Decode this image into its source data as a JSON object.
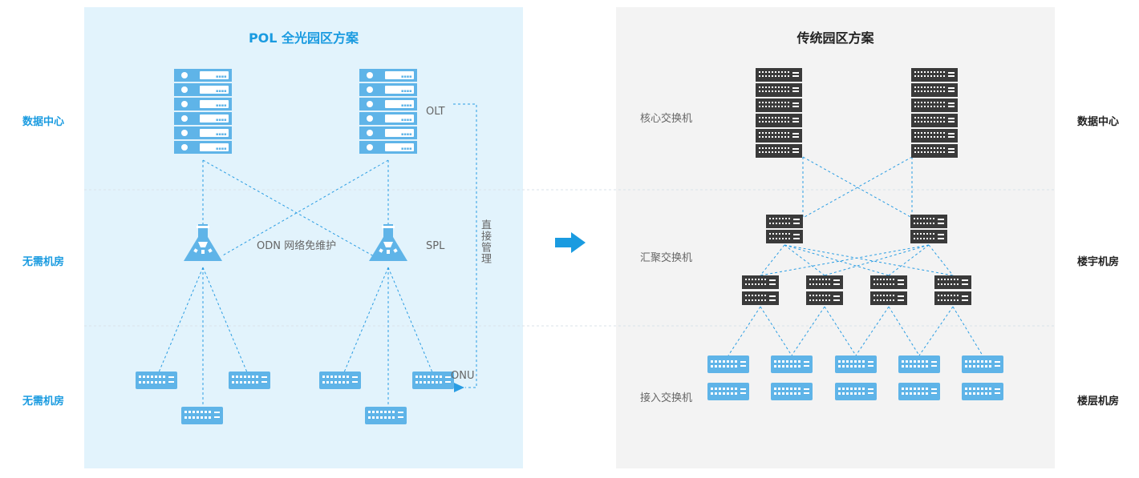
{
  "left_panel": {
    "title": "POL 全光园区方案",
    "olt_label": "OLT",
    "spl_label": "SPL",
    "odn_label": "ODN 网络免维护",
    "direct_label": "直接管理",
    "onu_label": "ONU"
  },
  "right_panel": {
    "title": "传统园区方案",
    "core_label": "核心交换机",
    "agg_label": "汇聚交换机",
    "access_label": "接入交换机"
  },
  "rows_left": [
    "数据中心",
    "无需机房",
    "无需机房"
  ],
  "rows_right": [
    "数据中心",
    "楼宇机房",
    "楼层机房"
  ],
  "colors": {
    "accent": "#1a9be0",
    "left_bg": "#e2f3fc",
    "right_bg": "#f3f3f3",
    "device_blue": "#5fb4e8",
    "device_dark": "#3a3a3a",
    "line": "#2a9de3"
  },
  "icons": {
    "olt": "rack-server-icon",
    "spl": "splitter-icon",
    "onu": "onu-device-icon",
    "core": "core-switch-icon",
    "agg": "aggregation-switch-icon",
    "access": "access-switch-icon",
    "arrow": "arrow-right-icon"
  }
}
